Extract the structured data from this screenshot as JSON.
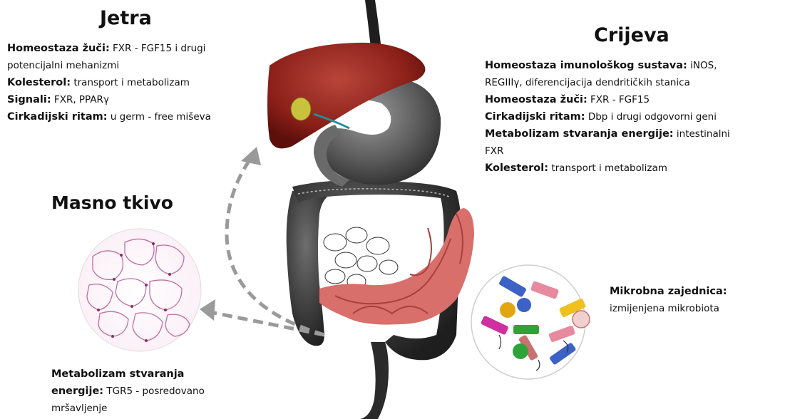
{
  "liver": {
    "title": "Jetra",
    "rows": [
      {
        "label": "Homeostaza žuči:",
        "text": " FXR - FGF15 i drugi"
      },
      {
        "label": "",
        "text": "potencijalni mehanizmi"
      },
      {
        "label": "Kolesterol:",
        "text": " transport i metabolizam"
      },
      {
        "label": "Signali:",
        "text": " FXR, PPARγ"
      },
      {
        "label": "Cirkadijski ritam:",
        "text": " u germ - free miševa"
      }
    ]
  },
  "intestine": {
    "title": "Crijeva",
    "rows": [
      {
        "label": "Homeostaza imunološkog sustava:",
        "text": " iNOS,"
      },
      {
        "label": "",
        "text": "REGIIIγ, diferencijacija dendritičkih stanica"
      },
      {
        "label": "Homeostaza žuči:",
        "text": " FXR - FGF15"
      },
      {
        "label": "Cirkadijski ritam:",
        "text": " Dbp i drugi odgovorni geni"
      },
      {
        "label": "Metabolizam stvaranja energije:",
        "text": " intestinalni"
      },
      {
        "label": "",
        "text": "FXR"
      },
      {
        "label": "Kolesterol:",
        "text": " transport i metabolizam"
      }
    ]
  },
  "adipose": {
    "title": "Masno tkivo",
    "rows": [
      {
        "label": "Metabolizam stvaranja",
        "text": ""
      },
      {
        "label": "energije:",
        "text": " TGR5 - posredovano"
      },
      {
        "label": "",
        "text": "mršavljenje"
      }
    ]
  },
  "microbiome": {
    "rows": [
      {
        "label": "Mikrobna zajednica:",
        "text": ""
      },
      {
        "label": "",
        "text": "izmijenjena mikrobiota"
      }
    ]
  }
}
